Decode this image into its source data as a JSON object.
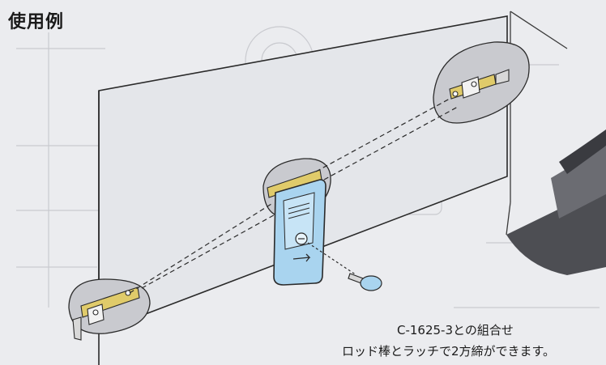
{
  "title": "使用例",
  "caption": {
    "line1": "C-1625-3との組合せ",
    "line2": "ロッド棒とラッチで2方締ができます。"
  },
  "colors": {
    "background": "#ebecef",
    "blue_latch": "#a9d4ef",
    "brass_rod": "#e0cb6a",
    "outline": "#2a2a2a",
    "dark_machine": "#4a4a4e"
  },
  "icons": [
    "key-icon",
    "latch-icon",
    "rod-latch-icon"
  ]
}
